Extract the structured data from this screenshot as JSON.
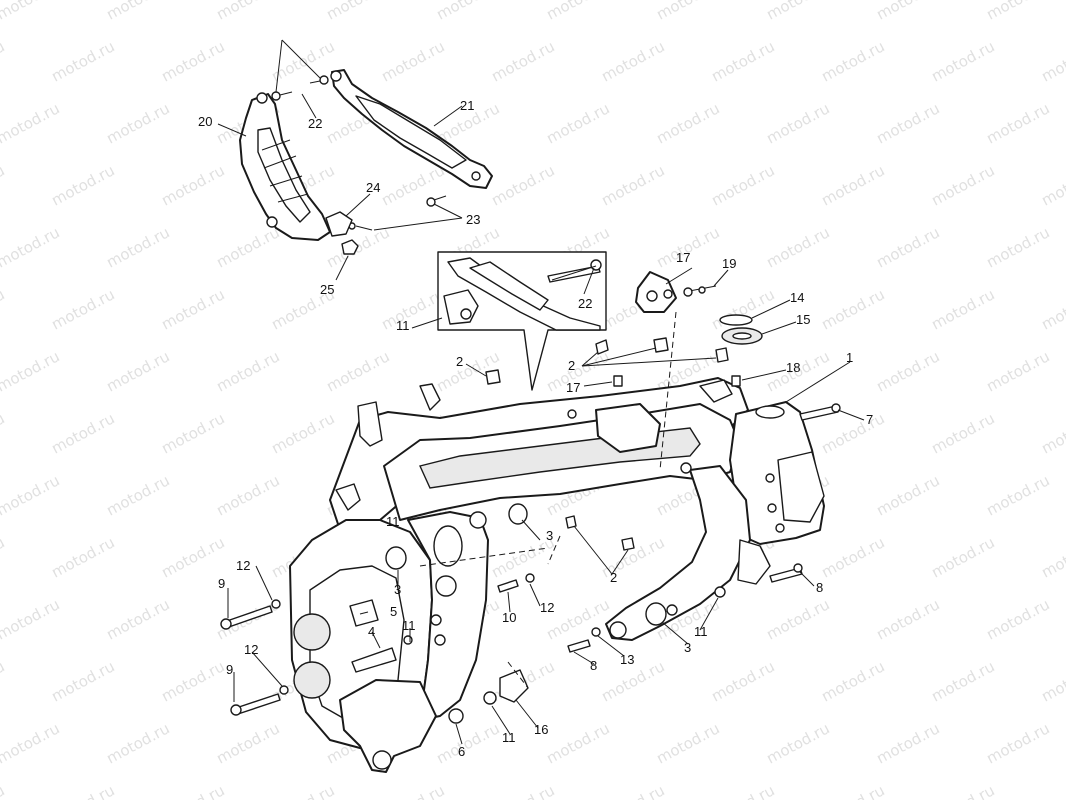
{
  "watermark": {
    "text": "motod.ru"
  },
  "callouts": [
    {
      "id": "c1",
      "label": "1"
    },
    {
      "id": "c2a",
      "label": "2"
    },
    {
      "id": "c2b",
      "label": "2"
    },
    {
      "id": "c2c",
      "label": "2"
    },
    {
      "id": "c3a",
      "label": "3"
    },
    {
      "id": "c3b",
      "label": "3"
    },
    {
      "id": "c3c",
      "label": "3"
    },
    {
      "id": "c4",
      "label": "4"
    },
    {
      "id": "c5",
      "label": "5"
    },
    {
      "id": "c6",
      "label": "6"
    },
    {
      "id": "c7",
      "label": "7"
    },
    {
      "id": "c8a",
      "label": "8"
    },
    {
      "id": "c8b",
      "label": "8"
    },
    {
      "id": "c9a",
      "label": "9"
    },
    {
      "id": "c9b",
      "label": "9"
    },
    {
      "id": "c10",
      "label": "10"
    },
    {
      "id": "c11a",
      "label": "11"
    },
    {
      "id": "c11b",
      "label": "11"
    },
    {
      "id": "c11c",
      "label": "11"
    },
    {
      "id": "c11d",
      "label": "11"
    },
    {
      "id": "c11e",
      "label": "11"
    },
    {
      "id": "c12a",
      "label": "12"
    },
    {
      "id": "c12b",
      "label": "12"
    },
    {
      "id": "c12c",
      "label": "12"
    },
    {
      "id": "c13",
      "label": "13"
    },
    {
      "id": "c14",
      "label": "14"
    },
    {
      "id": "c15",
      "label": "15"
    },
    {
      "id": "c16",
      "label": "16"
    },
    {
      "id": "c17a",
      "label": "17"
    },
    {
      "id": "c17b",
      "label": "17"
    },
    {
      "id": "c18",
      "label": "18"
    },
    {
      "id": "c19",
      "label": "19"
    },
    {
      "id": "c20",
      "label": "20"
    },
    {
      "id": "c21",
      "label": "21"
    },
    {
      "id": "c22a",
      "label": "22"
    },
    {
      "id": "c22b",
      "label": "22"
    },
    {
      "id": "c23",
      "label": "23"
    },
    {
      "id": "c24",
      "label": "24"
    },
    {
      "id": "c25",
      "label": "25"
    }
  ]
}
